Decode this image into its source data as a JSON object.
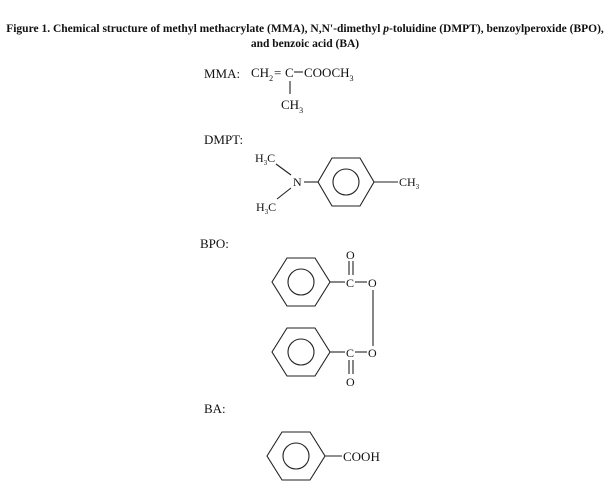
{
  "caption": {
    "line1_pre": "Figure 1. Chemical structure of methyl methacrylate (MMA), N,N'-dimethyl ",
    "line1_italic": "p",
    "line1_post": "-toluidine (DMPT), benzoylperoxide (BPO),",
    "line2": "and benzoic acid (BA)"
  },
  "labels": {
    "mma": "MMA:",
    "dmpt": "DMPT:",
    "bpo": "BPO:",
    "ba": "BA:"
  },
  "mma": {
    "ch": "CH",
    "sub2": "2",
    "eq": "=",
    "c": "C",
    "cooch": "COOCH",
    "sub3": "3",
    "methyl": "CH",
    "methyl_sub": "3"
  },
  "dmpt": {
    "h": "H",
    "sub3": "3",
    "c": "C",
    "n": "N",
    "ch": "CH",
    "ch_sub": "3"
  },
  "bpo": {
    "o": "O",
    "c": "C"
  },
  "ba": {
    "cooh": "COOH"
  }
}
